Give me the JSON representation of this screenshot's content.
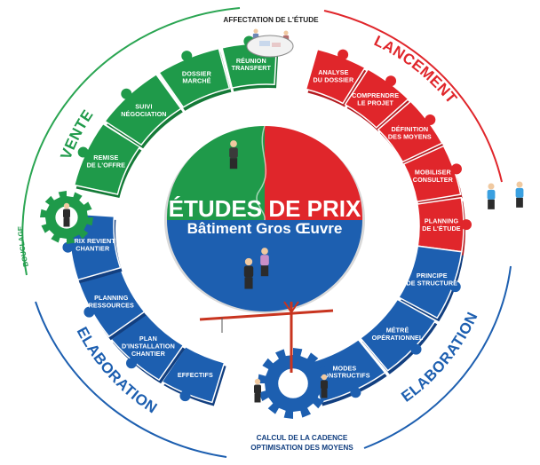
{
  "center": {
    "title": "ÉTUDES DE PRIX",
    "subtitle": "Bâtiment Gros Œuvre"
  },
  "sections": {
    "vente": "VENTE",
    "lancement": "LANCEMENT",
    "elaboration_left": "ELABORATION",
    "elaboration_right": "ELABORATION",
    "bouclage": "BOUCLAGE"
  },
  "captions": {
    "affectation": "AFFECTATION DE L'ÉTUDE",
    "calcul_line1": "CALCUL DE LA CADENCE",
    "calcul_line2": "OPTIMISATION DES MOYENS"
  },
  "segments": {
    "remise": [
      "REMISE",
      "DE L'OFFRE"
    ],
    "suivi": [
      "SUIVI",
      "NÉGOCIATION"
    ],
    "dossier": [
      "DOSSIER",
      "MARCHÉ"
    ],
    "reunion": [
      "RÉUNION",
      "TRANSFERT"
    ],
    "analyse": [
      "ANALYSE",
      "DU DOSSIER"
    ],
    "comprendre": [
      "COMPRENDRE",
      "LE PROJET"
    ],
    "definition": [
      "DÉFINITION",
      "DES MOYENS"
    ],
    "mobiliser": [
      "MOBILISER",
      "CONSULTER"
    ],
    "planning_etude": [
      "PLANNING",
      "DE L'ÉTUDE"
    ],
    "principe": [
      "PRINCIPE",
      "DE STRUCTURE"
    ],
    "metre": [
      "MÉTRÉ",
      "OPÉRATIONNEL"
    ],
    "modes": [
      "MODES",
      "CONSTRUCTIFS"
    ],
    "prix_revient": [
      "PRIX REVIENT",
      "CHANTIER"
    ],
    "planning_ressources": [
      "PLANNING",
      "RESSOURCES"
    ],
    "plan_installation": [
      "PLAN",
      "D'INSTALLATION",
      "CHANTIER"
    ],
    "effectifs": [
      "EFFECTIFS"
    ]
  },
  "colors": {
    "green": "#1f9a4a",
    "green_dark": "#147a37",
    "red": "#e0262b",
    "red_dark": "#b41b20",
    "blue": "#1d5fb0",
    "blue_dark": "#123f80",
    "ring_green": "#2aa552",
    "ring_red": "#e0262b",
    "ring_blue": "#1d5fb0"
  }
}
